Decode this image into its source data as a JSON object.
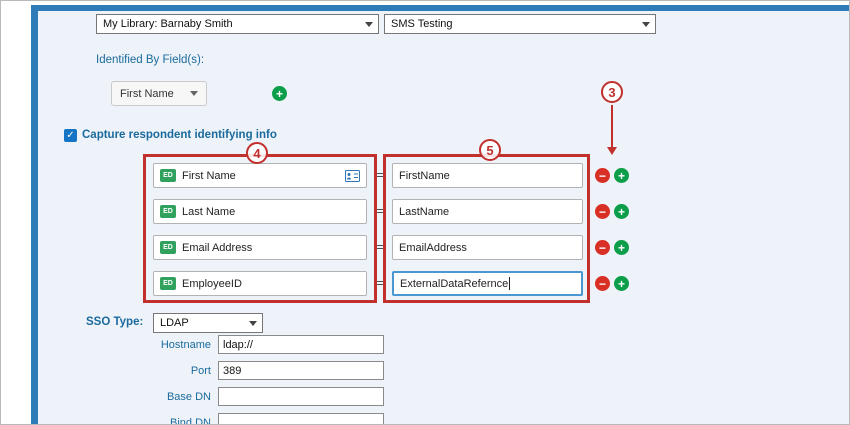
{
  "colors": {
    "accent_bar": "#2d7cb8",
    "content_bg": "#eef3f9",
    "label_blue": "#1b6a9d",
    "green": "#0d9e4a",
    "red": "#d93025",
    "annotation_red": "#c2302e",
    "focus_border": "#4b97d2",
    "checkbox_blue": "#1574c4"
  },
  "icons": {
    "plus": "+",
    "minus": "−",
    "check": "✓"
  },
  "top_bar": {
    "library_select": "My Library: Barnaby Smith",
    "survey_select": "SMS Testing"
  },
  "identified_by": {
    "label": "Identified By Field(s):",
    "field_dropdown": "First Name"
  },
  "capture_section": {
    "checkbox_label": "Capture respondent identifying info",
    "checkbox_checked": true,
    "equals": "=",
    "rows": [
      {
        "badge": "ED",
        "field": "First Name",
        "value": "FirstName"
      },
      {
        "badge": "ED",
        "field": "Last Name",
        "value": "LastName"
      },
      {
        "badge": "ED",
        "field": "Email Address",
        "value": "EmailAddress"
      },
      {
        "badge": "ED",
        "field": "EmployeeID",
        "value": "ExternalDataRefernce"
      }
    ]
  },
  "annotations": {
    "step3": "3",
    "step4": "4",
    "step5": "5"
  },
  "sso_section": {
    "type_label": "SSO Type:",
    "type_value": "LDAP",
    "fields": [
      {
        "label": "Hostname",
        "value": "ldap://"
      },
      {
        "label": "Port",
        "value": "389"
      },
      {
        "label": "Base DN",
        "value": ""
      },
      {
        "label": "Bind DN",
        "value": ""
      }
    ]
  }
}
